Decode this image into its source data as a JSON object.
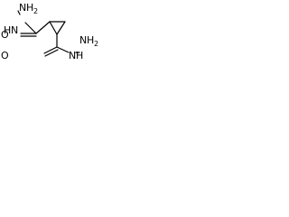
{
  "molecule": {
    "atoms": {
      "top_n_left": "N",
      "top_h2": "H",
      "top_h2_sub": "2",
      "top_o": "O",
      "bottom_o": "O",
      "bottom_n_left": "N",
      "bottom_h2": "H",
      "bottom_h2_sub": "2",
      "left_nh_n": "N",
      "left_nh_h": "H",
      "right_nh_n": "N",
      "right_nh_h": "H"
    }
  }
}
